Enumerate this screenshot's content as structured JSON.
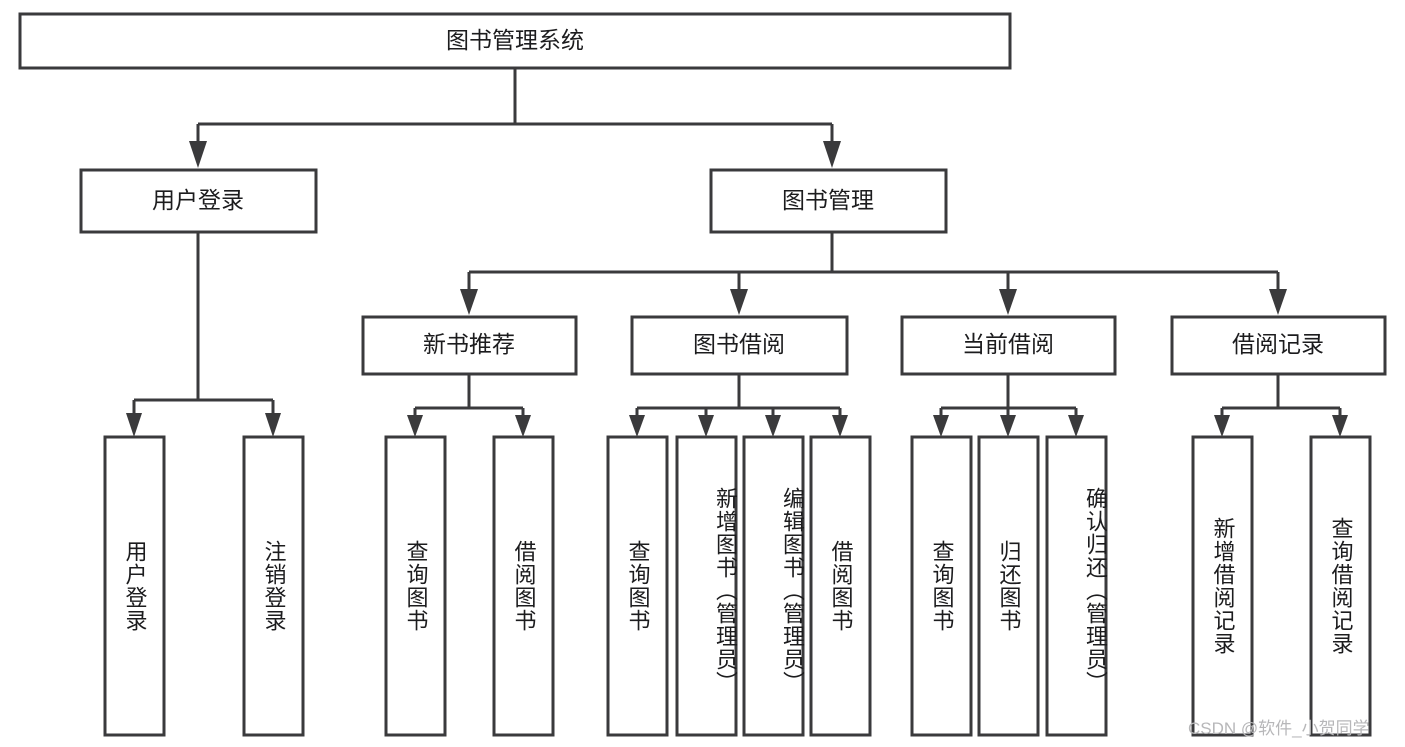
{
  "diagram": {
    "type": "tree-hierarchy",
    "title": "图书管理系统",
    "watermark": "CSDN @软件_小贺同学",
    "colors": {
      "stroke": "#3a3a3c",
      "fill": "#ffffff",
      "text": "#1c1c1e",
      "watermark": "#b7b7b9",
      "background": "#ffffff"
    },
    "levels": [
      {
        "level": 1,
        "orientation": "horizontal",
        "nodes": [
          {
            "id": "root",
            "label": "图书管理系统"
          }
        ]
      },
      {
        "level": 2,
        "orientation": "horizontal",
        "nodes": [
          {
            "id": "user-login",
            "label": "用户登录",
            "parent": "root"
          },
          {
            "id": "book-manage",
            "label": "图书管理",
            "parent": "root"
          }
        ]
      },
      {
        "level": 3,
        "orientation": "horizontal",
        "nodes": [
          {
            "id": "new-book-rec",
            "label": "新书推荐",
            "parent": "book-manage"
          },
          {
            "id": "book-borrow",
            "label": "图书借阅",
            "parent": "book-manage"
          },
          {
            "id": "current-borrow",
            "label": "当前借阅",
            "parent": "book-manage"
          },
          {
            "id": "borrow-record",
            "label": "借阅记录",
            "parent": "book-manage"
          }
        ]
      },
      {
        "level": 4,
        "orientation": "vertical",
        "nodes": [
          {
            "id": "leaf-user-login",
            "label": "用户登录",
            "parent": "user-login"
          },
          {
            "id": "leaf-logout",
            "label": "注销登录",
            "parent": "user-login"
          },
          {
            "id": "leaf-query-book-1",
            "label": "查询图书",
            "parent": "new-book-rec"
          },
          {
            "id": "leaf-borrow-book-1",
            "label": "借阅图书",
            "parent": "new-book-rec"
          },
          {
            "id": "leaf-query-book-2",
            "label": "查询图书",
            "parent": "book-borrow"
          },
          {
            "id": "leaf-add-book",
            "label": "新增图书（管理员）",
            "parent": "book-borrow"
          },
          {
            "id": "leaf-edit-book",
            "label": "编辑图书（管理员）",
            "parent": "book-borrow"
          },
          {
            "id": "leaf-borrow-book-2",
            "label": "借阅图书",
            "parent": "book-borrow"
          },
          {
            "id": "leaf-query-book-3",
            "label": "查询图书",
            "parent": "current-borrow"
          },
          {
            "id": "leaf-return-book",
            "label": "归还图书",
            "parent": "current-borrow"
          },
          {
            "id": "leaf-confirm-return",
            "label": "确认归还（管理员）",
            "parent": "current-borrow"
          },
          {
            "id": "leaf-add-record",
            "label": "新增借阅记录",
            "parent": "borrow-record"
          },
          {
            "id": "leaf-query-record",
            "label": "查询借阅记录",
            "parent": "borrow-record"
          }
        ]
      }
    ]
  }
}
